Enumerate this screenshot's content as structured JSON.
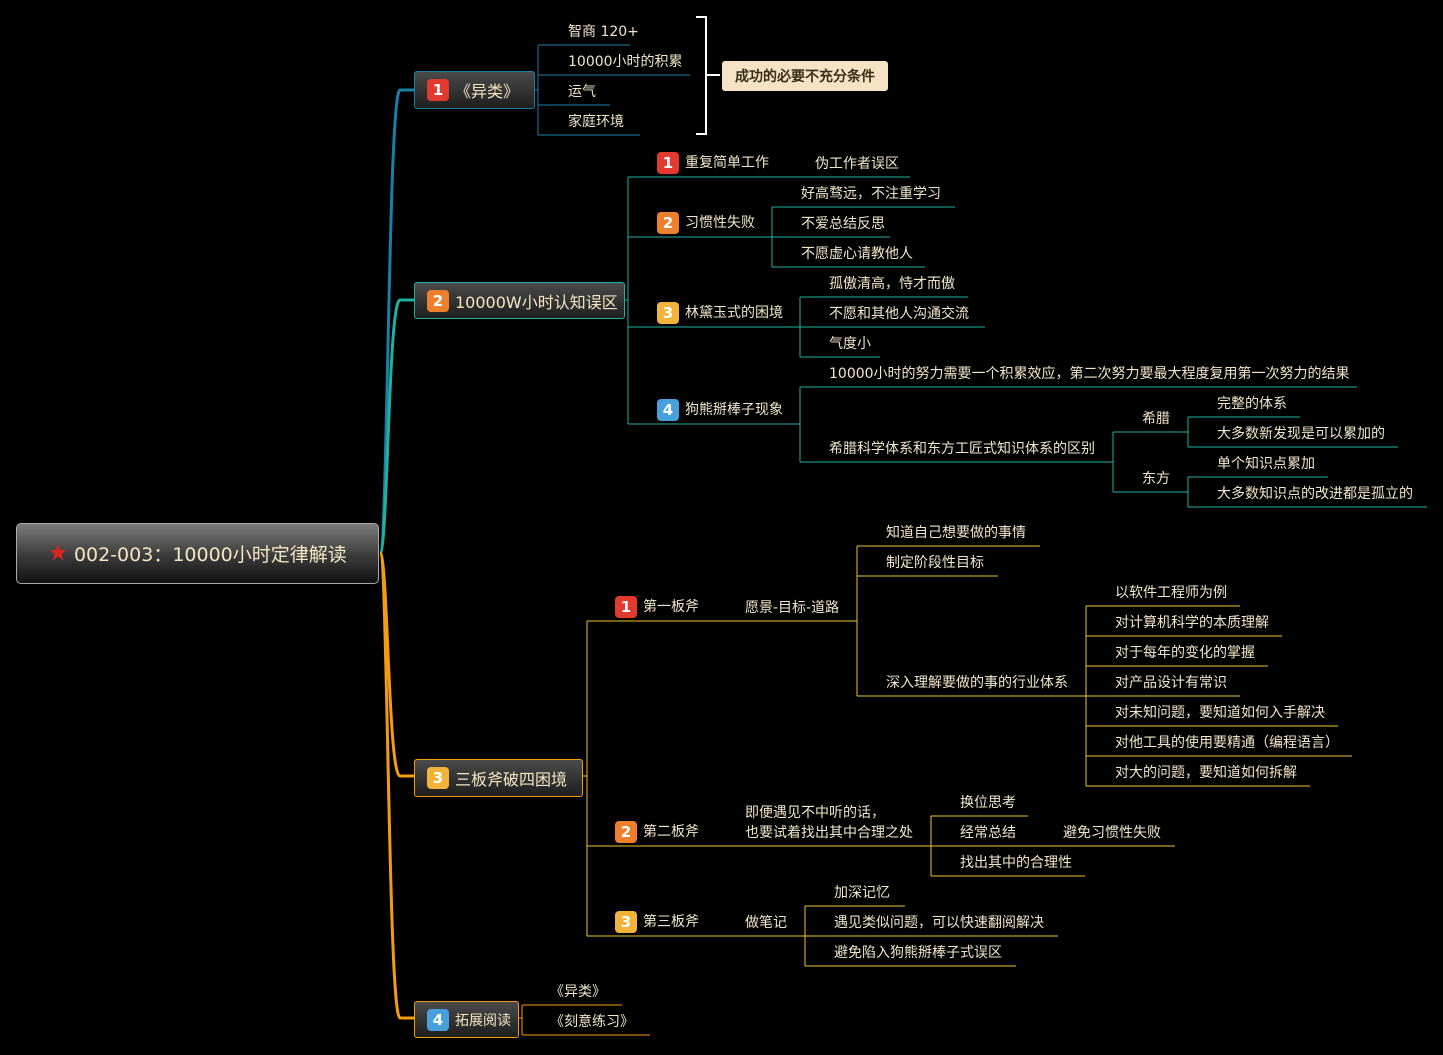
{
  "central": {
    "star_icon": "star-icon",
    "title": "002-003：10000小时定律解读"
  },
  "branch1": {
    "badge": "1",
    "title": "《异类》",
    "items": [
      "智商 120+",
      "10000小时的积累",
      "运气",
      "家庭环境"
    ],
    "summary": "成功的必要不充分条件"
  },
  "branch2": {
    "badge": "2",
    "title": "10000W小时认知误区",
    "sub1": {
      "badge": "1",
      "title": "重复简单工作",
      "leaf": "伪工作者误区"
    },
    "sub2": {
      "badge": "2",
      "title": "习惯性失败",
      "items": [
        "好高骛远，不注重学习",
        "不爱总结反思",
        "不愿虚心请教他人"
      ]
    },
    "sub3": {
      "badge": "3",
      "title": "林黛玉式的困境",
      "items": [
        "孤傲清高，恃才而傲",
        "不愿和其他人沟通交流",
        "气度小"
      ]
    },
    "sub4": {
      "badge": "4",
      "title": "狗熊掰棒子现象",
      "item1": "10000小时的努力需要一个积累效应，第二次努力要最大程度复用第一次努力的结果",
      "item2": "希腊科学体系和东方工匠式知识体系的区别",
      "greece": {
        "label": "希腊",
        "items": [
          "完整的体系",
          "大多数新发现是可以累加的"
        ]
      },
      "east": {
        "label": "东方",
        "items": [
          "单个知识点累加",
          "大多数知识点的改进都是孤立的"
        ]
      }
    }
  },
  "branch3": {
    "badge": "3",
    "title": "三板斧破四困境",
    "axe1": {
      "badge": "1",
      "title": "第一板斧",
      "mid": "愿景-目标-道路",
      "items": [
        "知道自己想要做的事情",
        "制定阶段性目标",
        "深入理解要做的事的行业体系"
      ],
      "deep_items": [
        "以软件工程师为例",
        "对计算机科学的本质理解",
        "对于每年的变化的掌握",
        "对产品设计有常识",
        "对未知问题，要知道如何入手解决",
        "对他工具的使用要精通（编程语言）",
        "对大的问题，要知道如何拆解"
      ]
    },
    "axe2": {
      "badge": "2",
      "title": "第二板斧",
      "mid_line1": "即便遇见不中听的话，",
      "mid_line2": "也要试着找出其中合理之处",
      "items": [
        "换位思考",
        "经常总结",
        "找出其中的合理性"
      ],
      "summary_leaf": "避免习惯性失败"
    },
    "axe3": {
      "badge": "3",
      "title": "第三板斧",
      "mid": "做笔记",
      "items": [
        "加深记忆",
        "遇见类似问题，可以快速翻阅解决",
        "避免陷入狗熊掰棒子式误区"
      ]
    }
  },
  "branch4": {
    "badge": "4",
    "title": "拓展阅读",
    "items": [
      "《异类》",
      "《刻意练习》"
    ]
  },
  "colors": {
    "branch1": "#1a7fa6",
    "branch2": "#1fb0a0",
    "branch3": "#f39c12",
    "branch4": "#f39c12",
    "sub_line_b1": "#1a7fa6",
    "sub_line_b2": "#1fb0a0",
    "sub_line_b3": "#f1c232",
    "sub_line_b4": "#f39c12"
  }
}
